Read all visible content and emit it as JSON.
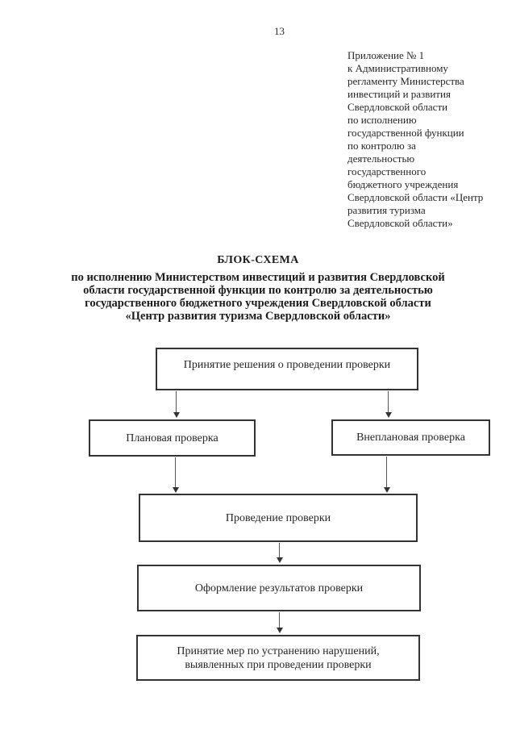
{
  "page": {
    "number": "13"
  },
  "appendix": {
    "text": "Приложение № 1\nк Административному\nрегламенту Министерства\nинвестиций и развития\nСвердловской области\nпо исполнению\nгосударственной функции\nпо контролю за\nдеятельностью\nгосударственного\nбюджетного учреждения\nСвердловской области «Центр\nразвития туризма\nСвердловской области»"
  },
  "title": {
    "heading": "БЛОК-СХЕМА",
    "subtitle": "по исполнению Министерством инвестиций и развития Свердловской\nобласти государственной функции по контролю за деятельностью\nгосударственного бюджетного учреждения Свердловской области\n«Центр развития туризма Свердловской области»"
  },
  "flowchart": {
    "nodes": {
      "decision": "Принятие решения о проведении проверки",
      "planned": "Плановая проверка",
      "unplanned": "Внеплановая проверка",
      "conduct": "Проведение проверки",
      "results": "Оформление результатов проверки",
      "measures": "Принятие мер по устранению нарушений,\nвыявленных при проведении проверки"
    }
  }
}
